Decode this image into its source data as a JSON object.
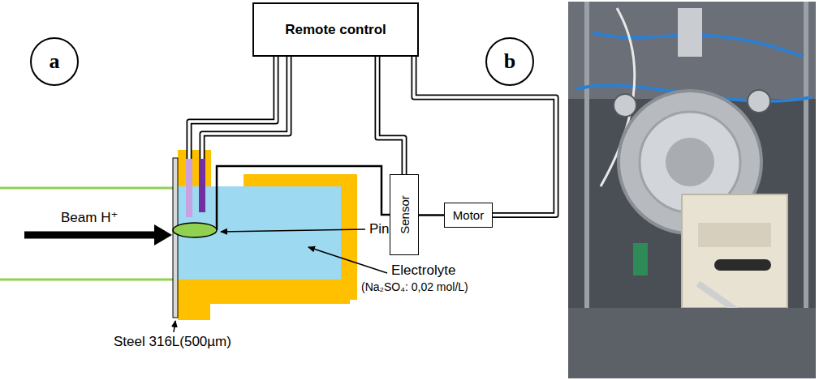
{
  "diagram": {
    "nodes": [
      {
        "text": [
          "a"
        ]
      },
      {
        "text": [
          "b"
        ]
      },
      {
        "text": [
          "Remote control"
        ]
      },
      {
        "text": [
          "Sensor"
        ]
      },
      {
        "text": [
          "Motor"
        ]
      }
    ],
    "edges": [
      {
        "from": 2,
        "to": 3,
        "arrow": "none"
      },
      {
        "from": 2,
        "to": 4,
        "arrow": "none"
      },
      {
        "from": 3,
        "to": 4,
        "arrow": "none"
      }
    ],
    "labels": [
      "Beam H⁺",
      "Pin",
      "Electrolyte",
      "(Na₂SO₄: 0,02 mol/L)",
      "Steel 316L(500µm)"
    ]
  }
}
